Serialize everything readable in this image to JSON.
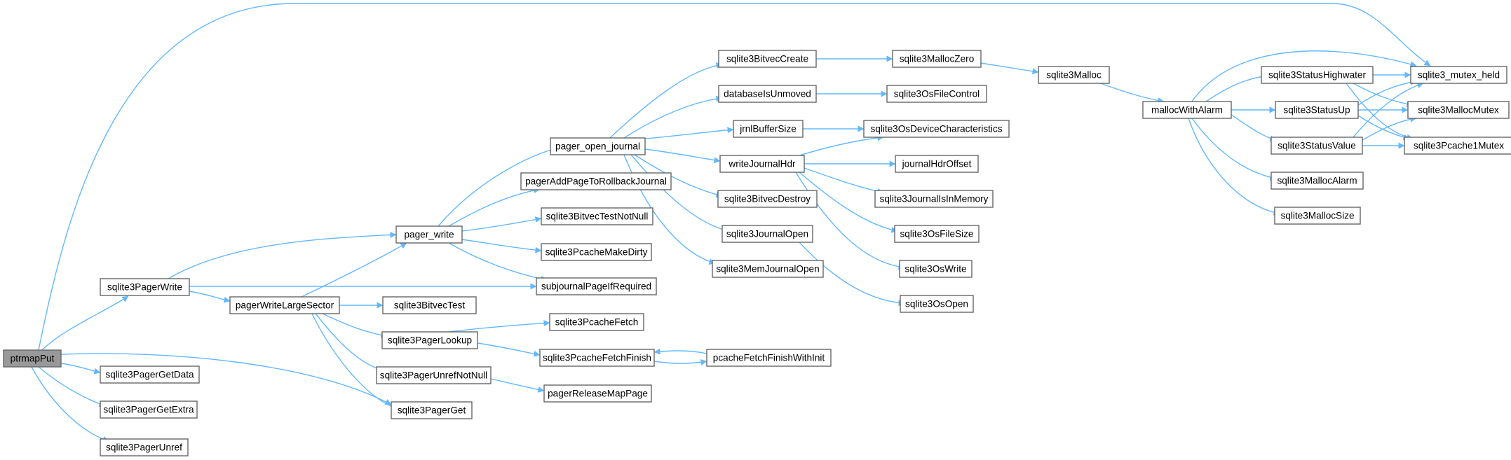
{
  "colors": {
    "edge": "#63b8ff",
    "node_border": "#666666",
    "root_fill": "#999999",
    "node_fill": "#ffffff"
  },
  "nodes": {
    "ptrmapPut": "ptrmapPut",
    "sqlite3PagerWrite": "sqlite3PagerWrite",
    "sqlite3PagerGetData": "sqlite3PagerGetData",
    "sqlite3PagerGetExtra": "sqlite3PagerGetExtra",
    "sqlite3PagerUnref": "sqlite3PagerUnref",
    "pager_write": "pager_write",
    "pagerWriteLargeSector": "pagerWriteLargeSector",
    "sqlite3BitvecTest": "sqlite3BitvecTest",
    "sqlite3PagerLookup": "sqlite3PagerLookup",
    "sqlite3PagerUnrefNotNull": "sqlite3PagerUnrefNotNull",
    "sqlite3PagerGet": "sqlite3PagerGet",
    "pager_open_journal": "pager_open_journal",
    "pagerAddPageToRollbackJournal": "pagerAddPageToRollbackJournal",
    "sqlite3BitvecTestNotNull": "sqlite3BitvecTestNotNull",
    "sqlite3PcacheMakeDirty": "sqlite3PcacheMakeDirty",
    "subjournalPageIfRequired": "subjournalPageIfRequired",
    "sqlite3PcacheFetch": "sqlite3PcacheFetch",
    "sqlite3PcacheFetchFinish": "sqlite3PcacheFetchFinish",
    "pagerReleaseMapPage": "pagerReleaseMapPage",
    "pcacheFetchFinishWithInit": "pcacheFetchFinishWithInit",
    "sqlite3BitvecCreate": "sqlite3BitvecCreate",
    "databaseIsUnmoved": "databaseIsUnmoved",
    "jrnlBufferSize": "jrnlBufferSize",
    "writeJournalHdr": "writeJournalHdr",
    "sqlite3BitvecDestroy": "sqlite3BitvecDestroy",
    "sqlite3JournalOpen": "sqlite3JournalOpen",
    "sqlite3MemJournalOpen": "sqlite3MemJournalOpen",
    "sqlite3MallocZero": "sqlite3MallocZero",
    "sqlite3OsFileControl": "sqlite3OsFileControl",
    "sqlite3OsDeviceCharacteristics": "sqlite3OsDeviceCharacteristics",
    "journalHdrOffset": "journalHdrOffset",
    "sqlite3JournalIsInMemory": "sqlite3JournalIsInMemory",
    "sqlite3OsFileSize": "sqlite3OsFileSize",
    "sqlite3OsWrite": "sqlite3OsWrite",
    "sqlite3OsOpen": "sqlite3OsOpen",
    "sqlite3Malloc": "sqlite3Malloc",
    "mallocWithAlarm": "mallocWithAlarm",
    "sqlite3StatusHighwater": "sqlite3StatusHighwater",
    "sqlite3StatusUp": "sqlite3StatusUp",
    "sqlite3StatusValue": "sqlite3StatusValue",
    "sqlite3MallocAlarm": "sqlite3MallocAlarm",
    "sqlite3MallocSize": "sqlite3MallocSize",
    "sqlite3_mutex_held": "sqlite3_mutex_held",
    "sqlite3MallocMutex": "sqlite3MallocMutex",
    "sqlite3Pcache1Mutex": "sqlite3Pcache1Mutex"
  }
}
